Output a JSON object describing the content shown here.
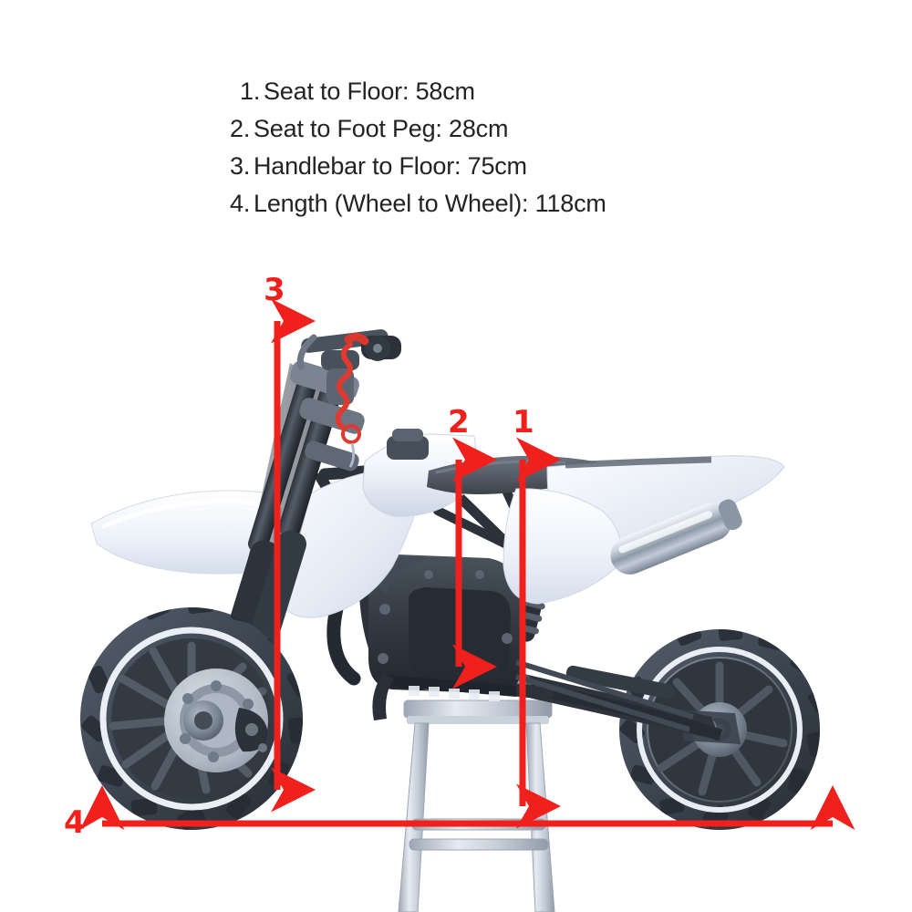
{
  "page": {
    "background_color": "#ffffff",
    "accent_color": "#f0201c",
    "text_color": "#232323",
    "subject": "mini dirt bike side view on metal stand"
  },
  "spec_list": {
    "items": [
      {
        "number": "1.",
        "text": "Seat to Floor: 58cm",
        "value": 58,
        "unit": "cm"
      },
      {
        "number": "2.",
        "text": "Seat to Foot Peg: 28cm",
        "value": 28,
        "unit": "cm"
      },
      {
        "number": "3.",
        "text": "Handlebar to Floor: 75cm",
        "value": 75,
        "unit": "cm"
      },
      {
        "number": "4.",
        "text": "Length (Wheel to Wheel): 118cm",
        "value": 118,
        "unit": "cm"
      }
    ]
  },
  "measurements": {
    "callouts": [
      {
        "label": "1",
        "name": "seat-to-floor",
        "orientation": "vertical"
      },
      {
        "label": "2",
        "name": "seat-to-foot-peg",
        "orientation": "vertical"
      },
      {
        "label": "3",
        "name": "handlebar-to-floor",
        "orientation": "vertical"
      },
      {
        "label": "4",
        "name": "length-wheel-to-wheel",
        "orientation": "horizontal"
      }
    ]
  }
}
